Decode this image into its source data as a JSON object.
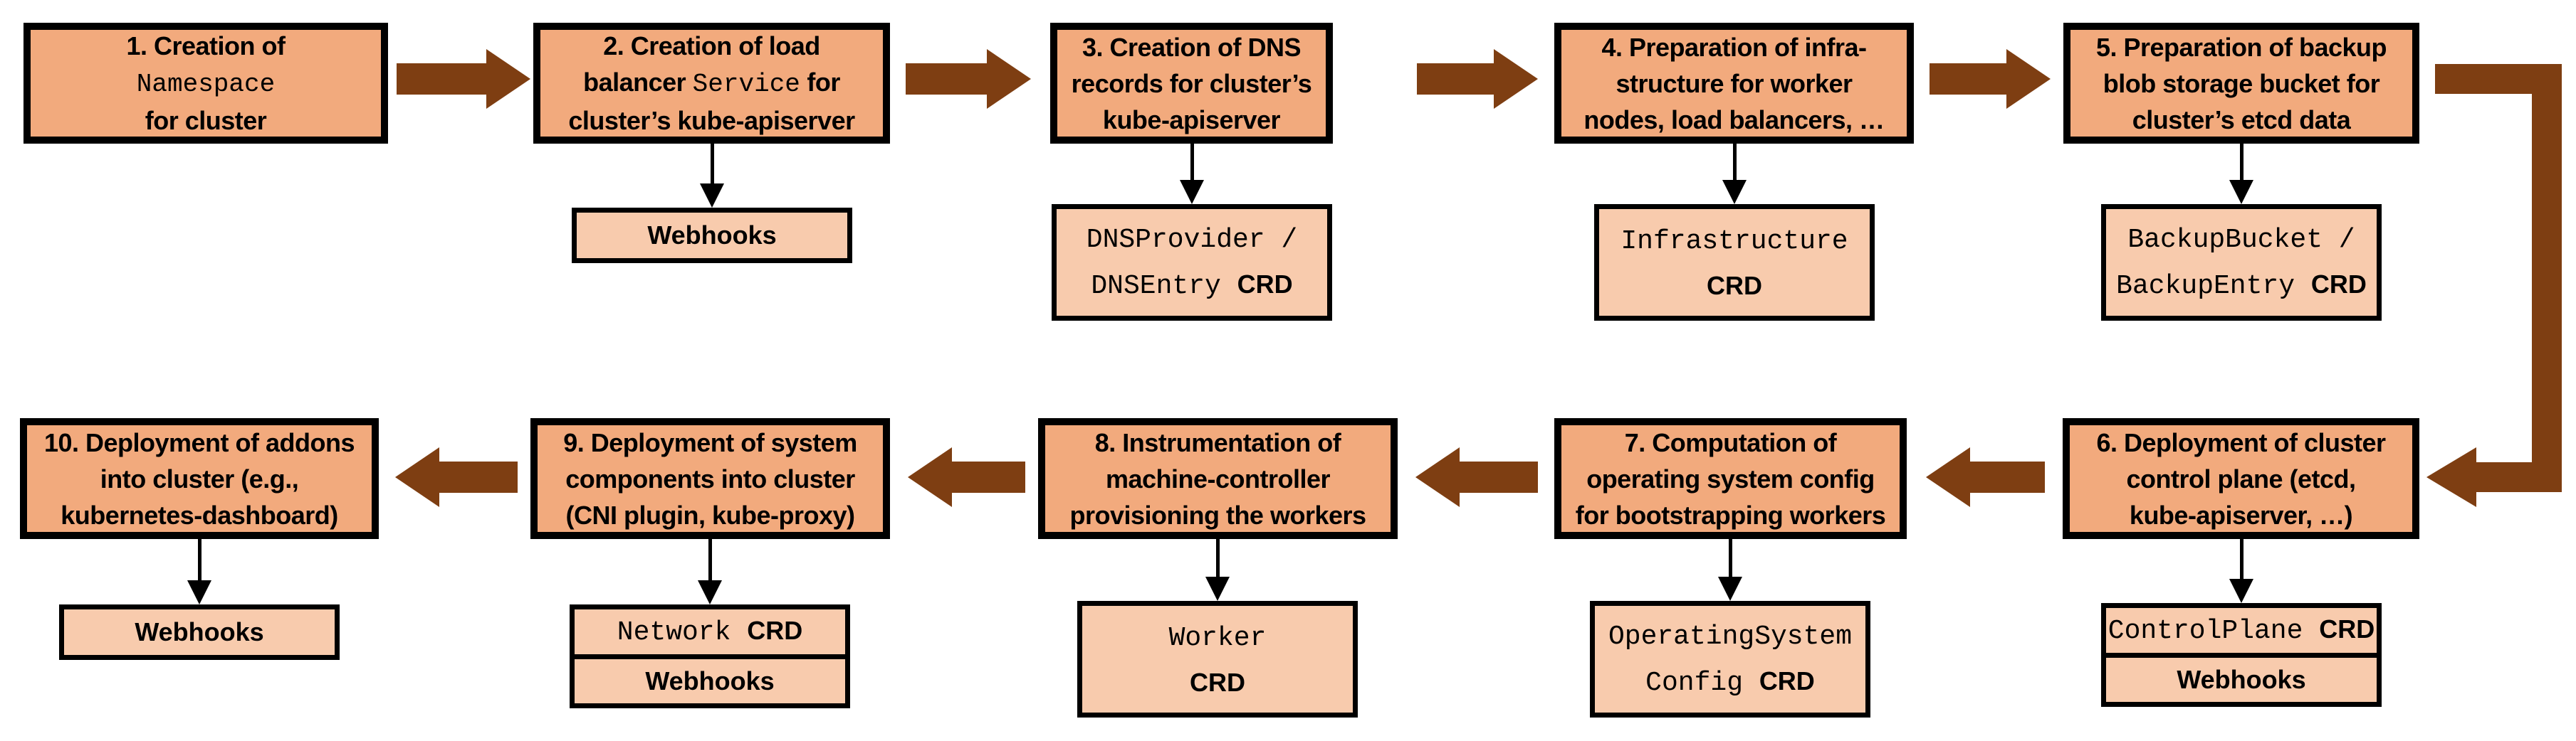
{
  "colors": {
    "step_fill": "#F2AA7D",
    "sub_fill": "#F8CBAD",
    "border": "#000000",
    "arrow": "#7E3E12",
    "bg": "#FFFFFF"
  },
  "steps": [
    {
      "num": "1",
      "lines": [
        [
          {
            "t": "1. Creation of"
          }
        ],
        [
          {
            "t": "Namespace",
            "m": true
          }
        ],
        [
          {
            "t": "for cluster"
          }
        ]
      ]
    },
    {
      "num": "2",
      "lines": [
        [
          {
            "t": "2. Creation of load"
          }
        ],
        [
          {
            "t": "balancer "
          },
          {
            "t": "Service",
            "m": true
          },
          {
            "t": " for"
          }
        ],
        [
          {
            "t": "cluster’s kube-apiserver"
          }
        ]
      ]
    },
    {
      "num": "3",
      "lines": [
        [
          {
            "t": "3. Creation of DNS"
          }
        ],
        [
          {
            "t": "records for cluster’s"
          }
        ],
        [
          {
            "t": "kube-apiserver"
          }
        ]
      ]
    },
    {
      "num": "4",
      "lines": [
        [
          {
            "t": "4. Preparation of infra-"
          }
        ],
        [
          {
            "t": "structure for worker"
          }
        ],
        [
          {
            "t": "nodes, load balancers, …"
          }
        ]
      ]
    },
    {
      "num": "5",
      "lines": [
        [
          {
            "t": "5. Preparation of backup"
          }
        ],
        [
          {
            "t": "blob storage bucket for"
          }
        ],
        [
          {
            "t": "cluster’s etcd data"
          }
        ]
      ]
    },
    {
      "num": "6",
      "lines": [
        [
          {
            "t": "6. Deployment of cluster"
          }
        ],
        [
          {
            "t": "control plane (etcd,"
          }
        ],
        [
          {
            "t": "kube-apiserver, …)"
          }
        ]
      ]
    },
    {
      "num": "7",
      "lines": [
        [
          {
            "t": "7. Computation of"
          }
        ],
        [
          {
            "t": "operating system config"
          }
        ],
        [
          {
            "t": "for bootstrapping workers"
          }
        ]
      ]
    },
    {
      "num": "8",
      "lines": [
        [
          {
            "t": "8. Instrumentation of"
          }
        ],
        [
          {
            "t": "machine-controller"
          }
        ],
        [
          {
            "t": "provisioning the workers"
          }
        ]
      ]
    },
    {
      "num": "9",
      "lines": [
        [
          {
            "t": "9. Deployment of system"
          }
        ],
        [
          {
            "t": "components into cluster"
          }
        ],
        [
          {
            "t": "(CNI plugin, kube-proxy)"
          }
        ]
      ]
    },
    {
      "num": "10",
      "lines": [
        [
          {
            "t": "10. Deployment of addons"
          }
        ],
        [
          {
            "t": "into cluster (e.g.,"
          }
        ],
        [
          {
            "t": "kubernetes-dashboard)"
          }
        ]
      ]
    }
  ],
  "subs": {
    "webhooks2": {
      "lines": [
        [
          {
            "t": "Webhooks"
          }
        ]
      ]
    },
    "dns_crd": {
      "lines": [
        [
          {
            "t": "DNSProvider /",
            "m": true
          }
        ],
        [
          {
            "t": "DNSEntry ",
            "m": true
          },
          {
            "t": "CRD"
          }
        ]
      ]
    },
    "infra_crd": {
      "lines": [
        [
          {
            "t": "Infrastructure",
            "m": true
          }
        ],
        [
          {
            "t": "CRD"
          }
        ]
      ]
    },
    "backup_crd": {
      "lines": [
        [
          {
            "t": "BackupBucket /",
            "m": true
          }
        ],
        [
          {
            "t": "BackupEntry ",
            "m": true
          },
          {
            "t": "CRD"
          }
        ]
      ]
    },
    "controlplane_crd": {
      "lines": [
        [
          {
            "t": "ControlPlane ",
            "m": true
          },
          {
            "t": "CRD"
          }
        ]
      ]
    },
    "webhooks6": {
      "lines": [
        [
          {
            "t": "Webhooks"
          }
        ]
      ]
    },
    "osc_crd": {
      "lines": [
        [
          {
            "t": "OperatingSystem",
            "m": true
          }
        ],
        [
          {
            "t": "Config ",
            "m": true
          },
          {
            "t": "CRD"
          }
        ]
      ]
    },
    "worker_crd": {
      "lines": [
        [
          {
            "t": "Worker",
            "m": true
          }
        ],
        [
          {
            "t": "CRD"
          }
        ]
      ]
    },
    "network_crd": {
      "lines": [
        [
          {
            "t": "Network ",
            "m": true
          },
          {
            "t": "CRD"
          }
        ]
      ]
    },
    "webhooks9": {
      "lines": [
        [
          {
            "t": "Webhooks"
          }
        ]
      ]
    },
    "webhooks10": {
      "lines": [
        [
          {
            "t": "Webhooks"
          }
        ]
      ]
    }
  }
}
